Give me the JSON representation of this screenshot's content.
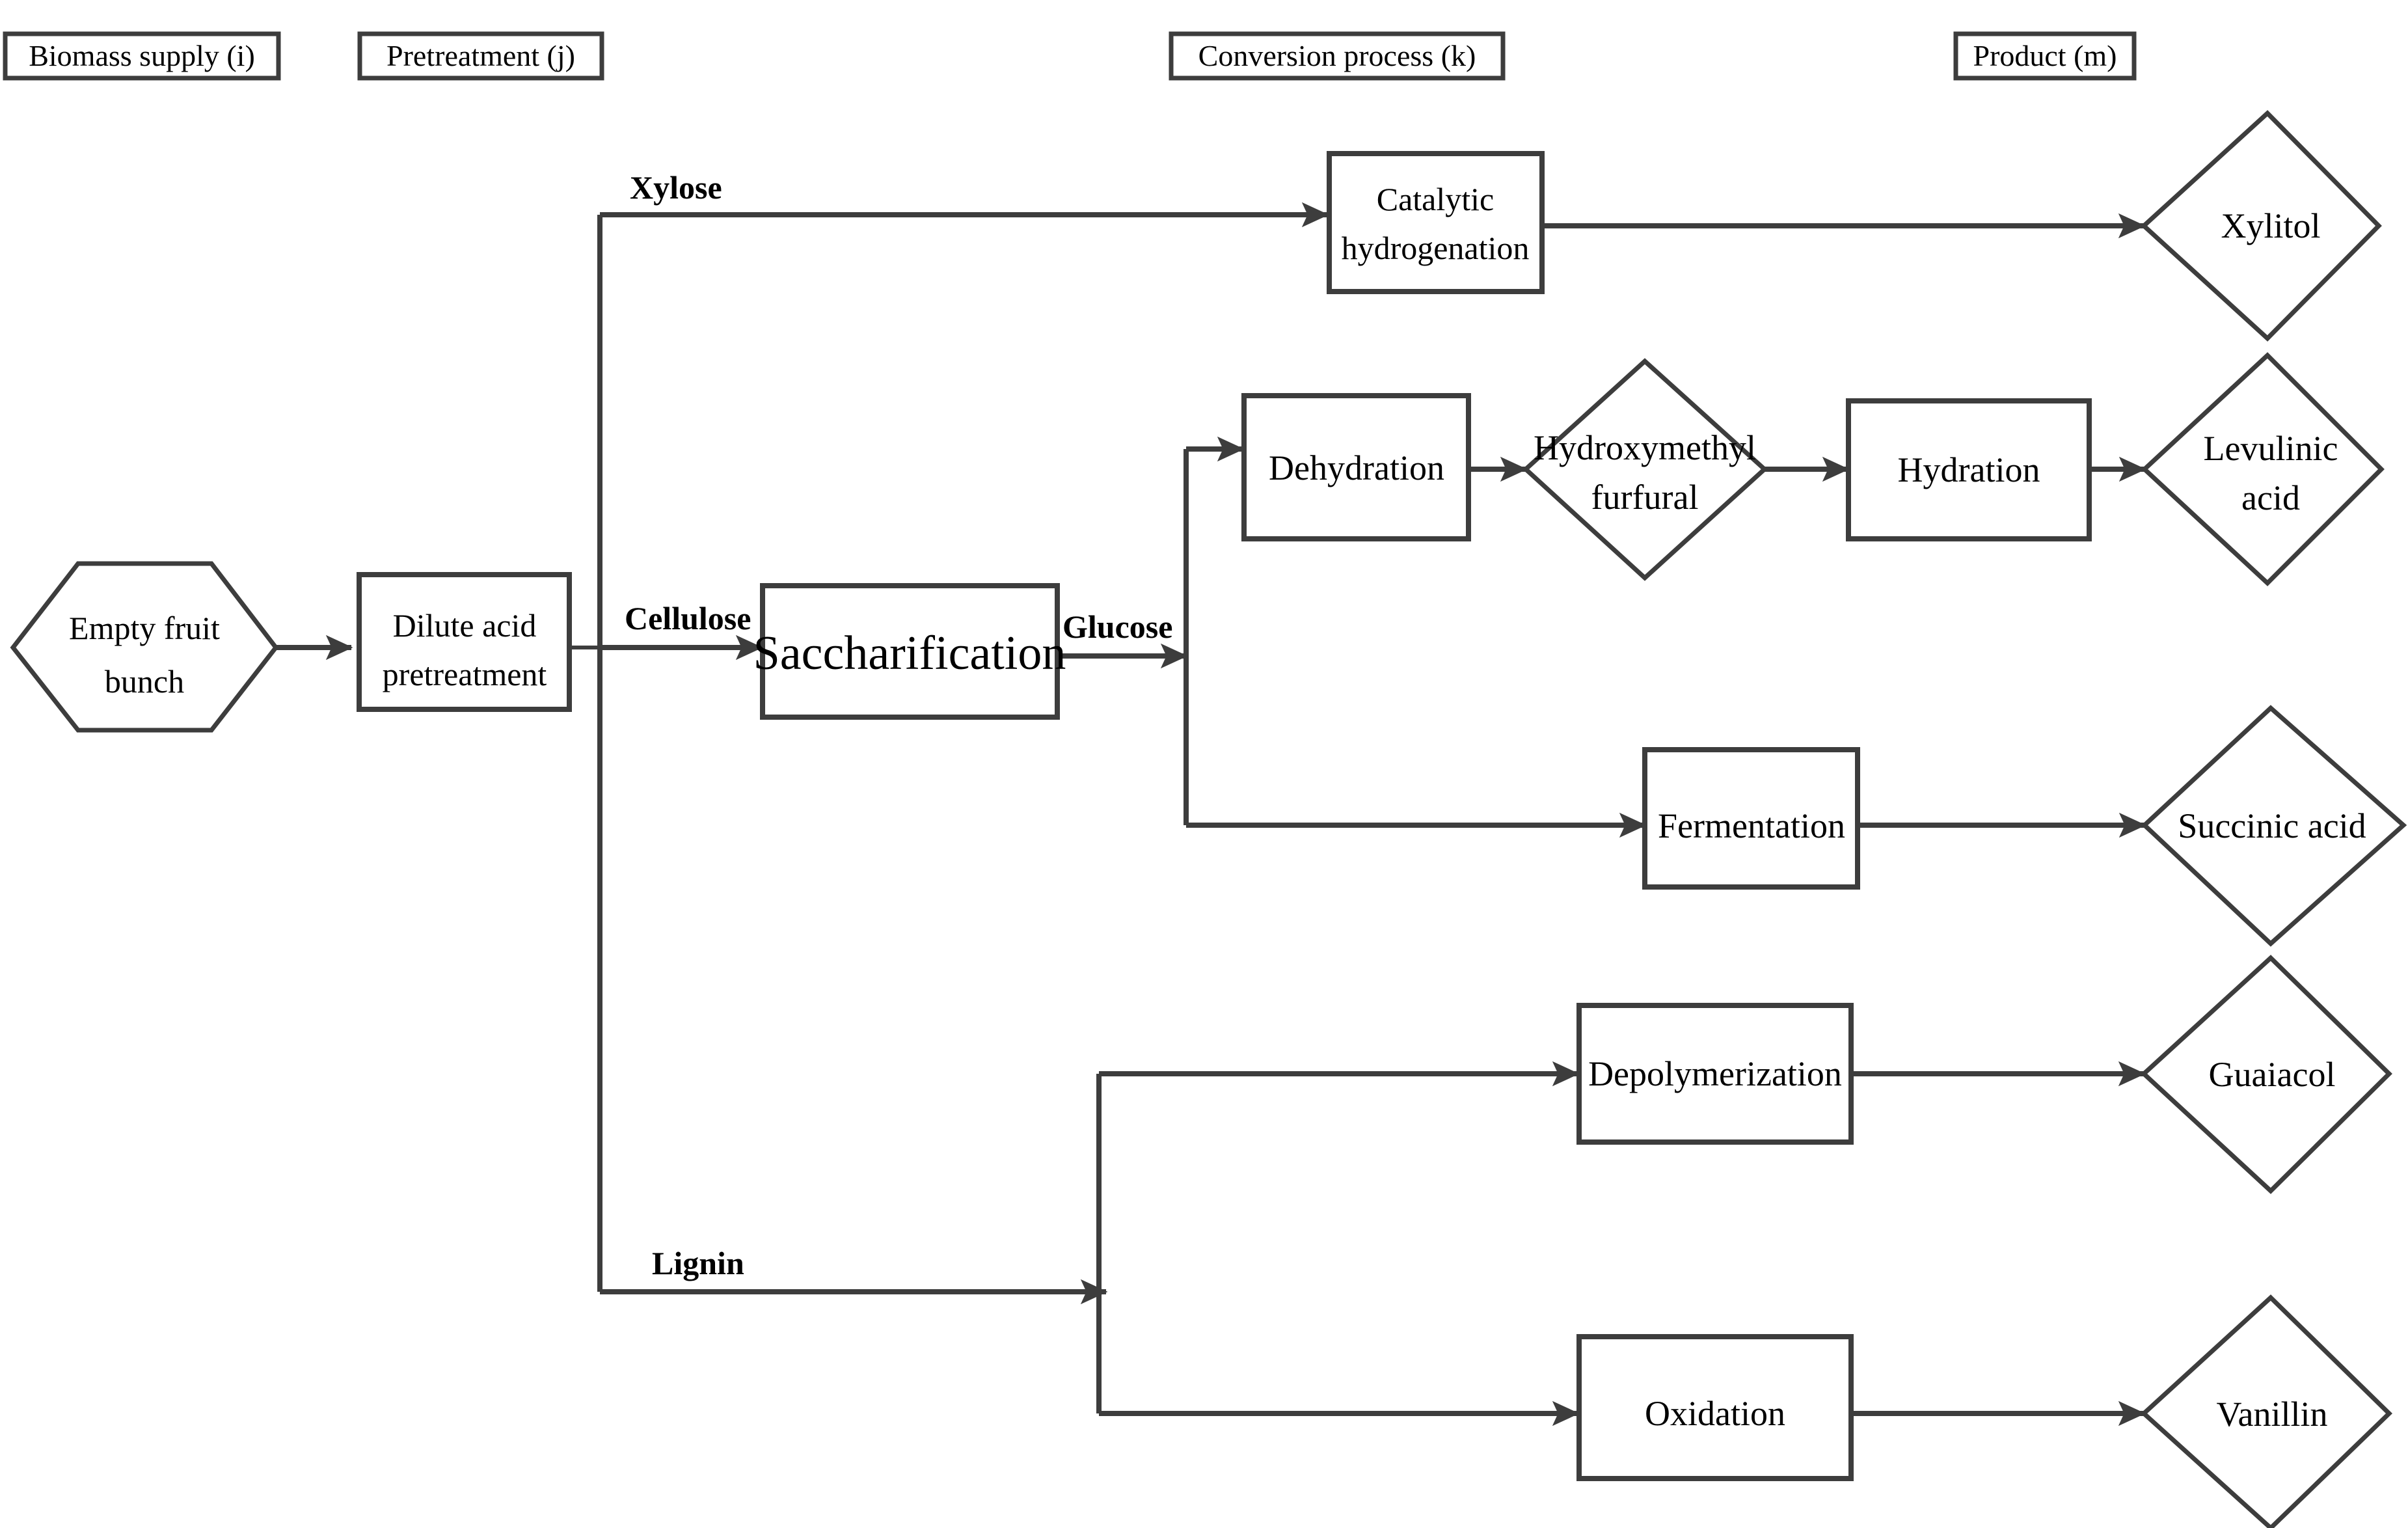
{
  "diagram": {
    "title": "Empty fruit bunch biorefinery superstructure",
    "type": "process-flow",
    "stroke_color": "#3d3d3d",
    "text_color": "#000000",
    "background": "#ffffff"
  },
  "headers": [
    {
      "id": "biomass-supply",
      "label": "Biomass supply (i)"
    },
    {
      "id": "pretreatment",
      "label": "Pretreatment (j)"
    },
    {
      "id": "conversion-process",
      "label": "Conversion process (k)"
    },
    {
      "id": "product",
      "label": "Product (m)"
    }
  ],
  "nodes": {
    "biomass": {
      "label": "Empty fruit bunch",
      "line1": "Empty fruit",
      "line2": "bunch",
      "shape": "hexagon"
    },
    "pretreatment": {
      "label": "Dilute acid pretreatment",
      "line1": "Dilute acid",
      "line2": "pretreatment",
      "shape": "rectangle"
    },
    "saccharification": {
      "label": "Saccharification",
      "shape": "rectangle"
    },
    "catalytic_hydrogenation": {
      "label": "Catalytic hydrogenation",
      "line1": "Catalytic",
      "line2": "hydrogenation",
      "shape": "rectangle"
    },
    "dehydration": {
      "label": "Dehydration",
      "shape": "rectangle"
    },
    "hmf": {
      "label": "Hydroxymethyl furfural",
      "line1": "Hydroxymethyl",
      "line2": "furfural",
      "shape": "diamond"
    },
    "hydration": {
      "label": "Hydration",
      "shape": "rectangle"
    },
    "fermentation": {
      "label": "Fermentation",
      "shape": "rectangle"
    },
    "depolymerization": {
      "label": "Depolymerization",
      "shape": "rectangle"
    },
    "oxidation": {
      "label": "Oxidation",
      "shape": "rectangle"
    },
    "xylitol": {
      "label": "Xylitol",
      "shape": "diamond"
    },
    "levulinic_acid": {
      "label": "Levulinic acid",
      "line1": "Levulinic",
      "line2": "acid",
      "shape": "diamond"
    },
    "succinic_acid": {
      "label": "Succinic acid",
      "shape": "diamond"
    },
    "guaiacol": {
      "label": "Guaiacol",
      "shape": "diamond"
    },
    "vanillin": {
      "label": "Vanillin",
      "shape": "diamond"
    }
  },
  "flow_labels": {
    "xylose": "Xylose",
    "cellulose": "Cellulose",
    "glucose": "Glucose",
    "lignin": "Lignin"
  },
  "edges": [
    {
      "from": "biomass",
      "to": "pretreatment",
      "label": ""
    },
    {
      "from": "pretreatment",
      "to": "catalytic_hydrogenation",
      "label": "Xylose"
    },
    {
      "from": "pretreatment",
      "to": "saccharification",
      "label": "Cellulose"
    },
    {
      "from": "pretreatment",
      "to": "depolymerization",
      "label": "Lignin"
    },
    {
      "from": "pretreatment",
      "to": "oxidation",
      "label": "Lignin"
    },
    {
      "from": "saccharification",
      "to": "dehydration",
      "label": "Glucose"
    },
    {
      "from": "saccharification",
      "to": "fermentation",
      "label": "Glucose"
    },
    {
      "from": "catalytic_hydrogenation",
      "to": "xylitol",
      "label": ""
    },
    {
      "from": "dehydration",
      "to": "hmf",
      "label": ""
    },
    {
      "from": "hmf",
      "to": "hydration",
      "label": ""
    },
    {
      "from": "hydration",
      "to": "levulinic_acid",
      "label": ""
    },
    {
      "from": "fermentation",
      "to": "succinic_acid",
      "label": ""
    },
    {
      "from": "depolymerization",
      "to": "guaiacol",
      "label": ""
    },
    {
      "from": "oxidation",
      "to": "vanillin",
      "label": ""
    }
  ]
}
